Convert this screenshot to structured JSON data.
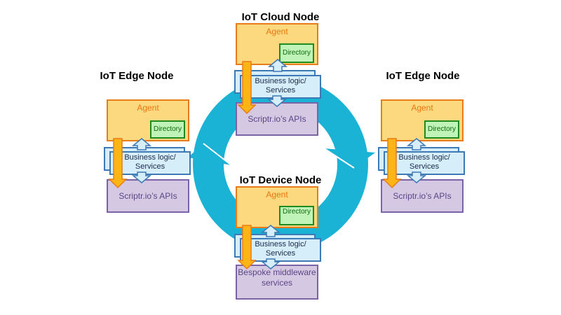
{
  "nodes": {
    "cloud": {
      "title": "IoT Cloud Node",
      "agent": "Agent",
      "directory": "Directory",
      "business": "Business logic/ Services",
      "apis": "Scriptr.io’s APIs"
    },
    "edge_left": {
      "title": "IoT Edge Node",
      "agent": "Agent",
      "directory": "Directory",
      "business": "Business logic/ Services",
      "apis": "Scriptr.io’s APIs"
    },
    "edge_right": {
      "title": "IoT Edge Node",
      "agent": "Agent",
      "directory": "Directory",
      "business": "Business logic/ Services",
      "apis": "Scriptr.io’s APIs"
    },
    "device": {
      "title": "IoT Device Node",
      "agent": "Agent",
      "directory": "Directory",
      "business": "Business logic/ Services",
      "apis": "Bespoke middleware services"
    }
  },
  "colors": {
    "ring": "#1ab3d6",
    "agent_fill": "#fcd87f",
    "agent_border": "#e67c1a",
    "directory_fill": "#bff3b7",
    "business_fill": "#d6eefa",
    "api_fill": "#d4c8e3",
    "arrow_fill": "#fdb515"
  }
}
